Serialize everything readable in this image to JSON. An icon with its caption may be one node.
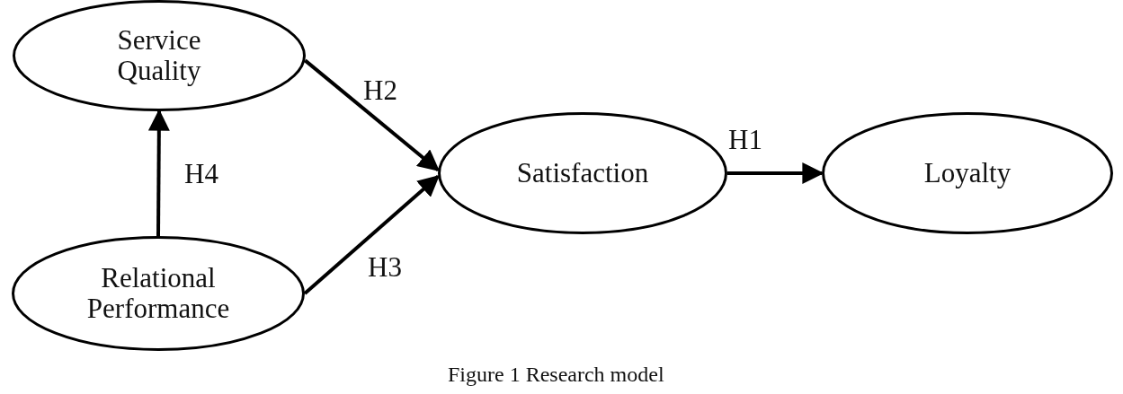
{
  "diagram": {
    "caption": "Figure 1 Research model",
    "nodes": [
      {
        "text": [
          "Service Quality"
        ]
      },
      {
        "text": [
          "Satisfaction"
        ]
      },
      {
        "text": [
          "Loyalty"
        ]
      },
      {
        "text": [
          "Relational Performance"
        ]
      }
    ],
    "edges": [
      {
        "from": 0,
        "to": 1,
        "arrow": "to",
        "label": "H2"
      },
      {
        "from": 3,
        "to": 1,
        "arrow": "to",
        "label": "H3"
      },
      {
        "from": 1,
        "to": 2,
        "arrow": "to",
        "label": "H1"
      },
      {
        "from": 3,
        "to": 0,
        "arrow": "to",
        "label": "H4"
      }
    ]
  }
}
